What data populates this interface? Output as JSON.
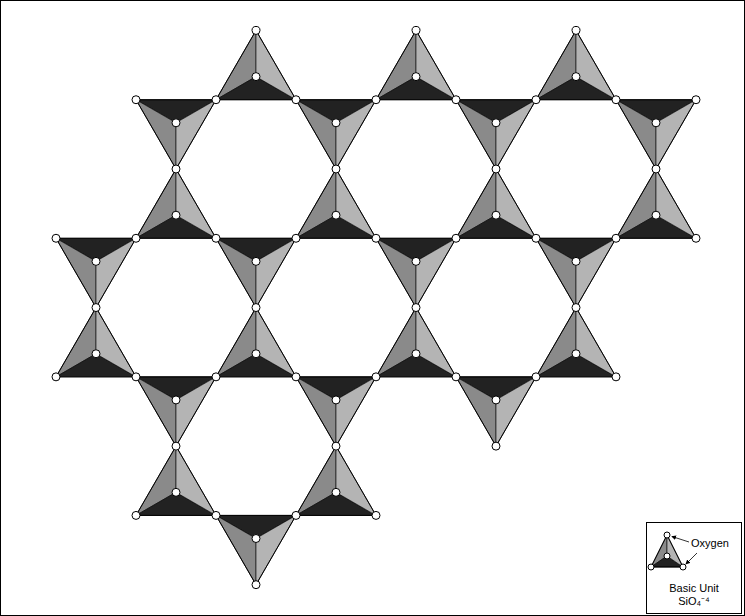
{
  "diagram": {
    "nodes": [
      {
        "text": [
          "Oxygen",
          "Basic Unit",
          "SiO₄⁻⁴"
        ]
      }
    ]
  }
}
